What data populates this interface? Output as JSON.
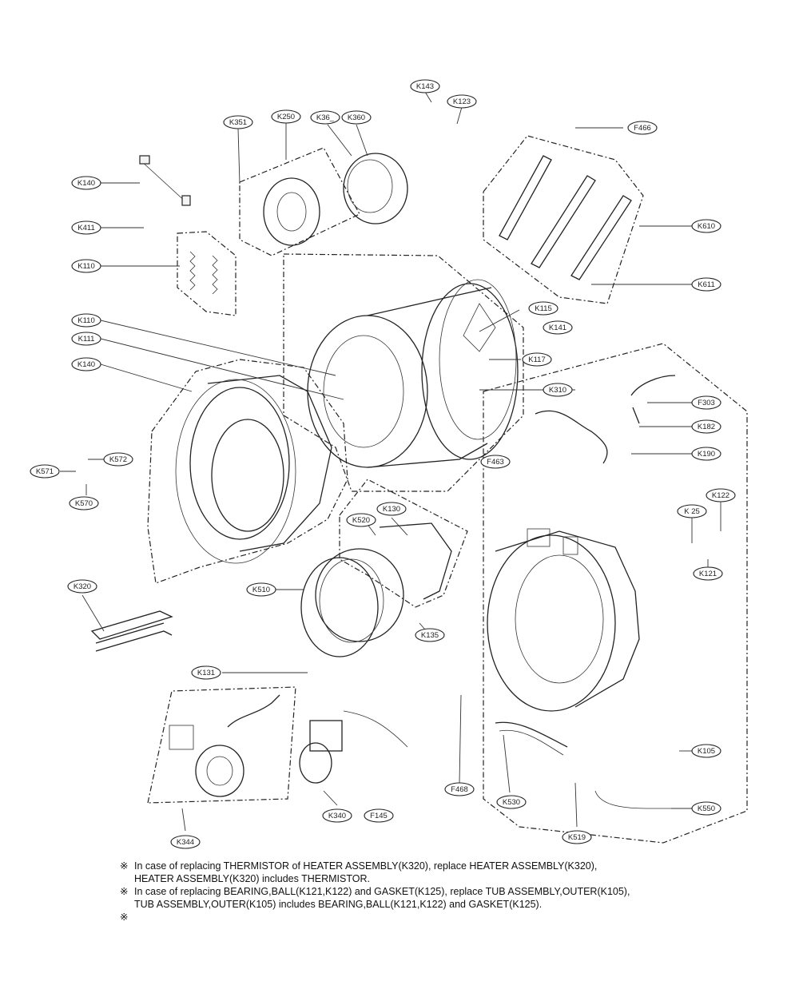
{
  "labels": [
    {
      "id": "K143",
      "text": "K143"
    },
    {
      "id": "K123",
      "text": "K123"
    },
    {
      "id": "K361",
      "text": "K36_"
    },
    {
      "id": "K360",
      "text": "K360"
    },
    {
      "id": "K250",
      "text": "K250"
    },
    {
      "id": "K351",
      "text": "K351"
    },
    {
      "id": "F466",
      "text": "F466"
    },
    {
      "id": "K140a",
      "text": "K140"
    },
    {
      "id": "K411",
      "text": "K411"
    },
    {
      "id": "K110a",
      "text": "K110"
    },
    {
      "id": "K610",
      "text": "K610"
    },
    {
      "id": "K611",
      "text": "K611"
    },
    {
      "id": "K115",
      "text": "K115"
    },
    {
      "id": "K141",
      "text": "K141"
    },
    {
      "id": "K110b",
      "text": "K110"
    },
    {
      "id": "K111",
      "text": "K111"
    },
    {
      "id": "K117",
      "text": "K117"
    },
    {
      "id": "K140b",
      "text": "K140"
    },
    {
      "id": "K310",
      "text": "K310"
    },
    {
      "id": "F303",
      "text": "F303"
    },
    {
      "id": "F463",
      "text": "F463"
    },
    {
      "id": "K182",
      "text": "K182"
    },
    {
      "id": "K571",
      "text": "K571"
    },
    {
      "id": "K572",
      "text": "K572"
    },
    {
      "id": "K570",
      "text": "K570"
    },
    {
      "id": "K190",
      "text": "K190"
    },
    {
      "id": "K130",
      "text": "K130"
    },
    {
      "id": "K520",
      "text": "K520"
    },
    {
      "id": "K125",
      "text": "K 25"
    },
    {
      "id": "K122",
      "text": "K122"
    },
    {
      "id": "K121",
      "text": "K121"
    },
    {
      "id": "K320",
      "text": "K320"
    },
    {
      "id": "K510",
      "text": "K510"
    },
    {
      "id": "K135",
      "text": "K135"
    },
    {
      "id": "K131",
      "text": "K131"
    },
    {
      "id": "K105",
      "text": "K105"
    },
    {
      "id": "F468",
      "text": "F468"
    },
    {
      "id": "K530",
      "text": "K530"
    },
    {
      "id": "K340",
      "text": "K340"
    },
    {
      "id": "F145",
      "text": "F145"
    },
    {
      "id": "K519",
      "text": "K519"
    },
    {
      "id": "K550",
      "text": "K550"
    },
    {
      "id": "K344",
      "text": "K344"
    }
  ],
  "notes": {
    "mark": "※",
    "n1_line1": "In case of replacing THERMISTOR of HEATER ASSEMBLY(K320), replace HEATER ASSEMBLY(K320),",
    "n1_line2": "HEATER ASSEMBLY(K320) includes THERMISTOR.",
    "n2_line1": "In case of replacing BEARING,BALL(K121,K122) and GASKET(K125), replace TUB ASSEMBLY,OUTER(K105),",
    "n2_line2": "TUB ASSEMBLY,OUTER(K105) includes BEARING,BALL(K121,K122) and GASKET(K125)."
  }
}
